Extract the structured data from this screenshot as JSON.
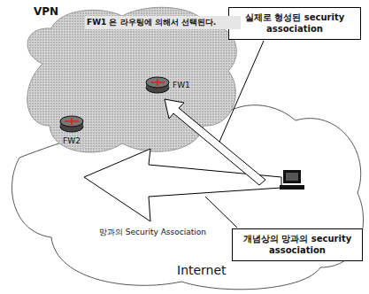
{
  "diagram": {
    "nodes": [
      {
        "text": [
          "VPN",
          "FW1 은 라우팅에 의해서 선택된다."
        ]
      },
      {
        "text": [
          "FW1"
        ],
        "in": 0
      },
      {
        "text": [
          "FW2"
        ],
        "in": 0
      },
      {
        "text": [
          "실제로 형성된 security association"
        ]
      },
      {
        "text": [
          "개념상의 망과의 security association"
        ]
      }
    ],
    "labels": [
      "망과의 Security Association",
      "Internet"
    ]
  }
}
